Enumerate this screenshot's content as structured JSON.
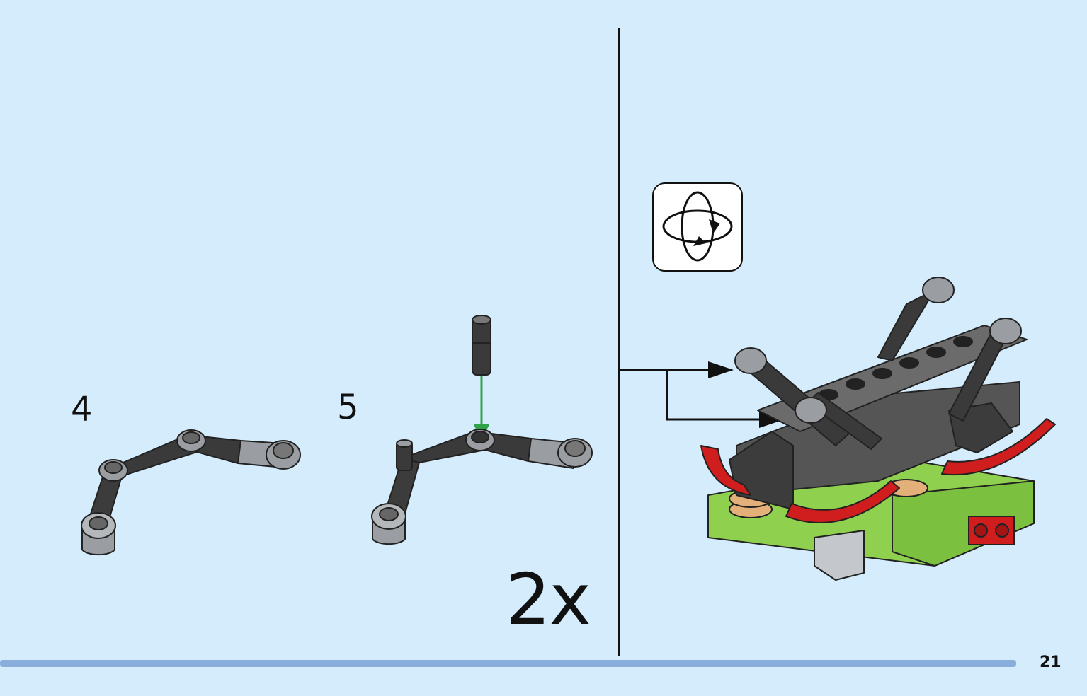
{
  "steps": [
    {
      "number": "4"
    },
    {
      "number": "5",
      "multiplier": "2x"
    }
  ],
  "page": {
    "number": "21"
  },
  "icons": {
    "rotate": "rotate-model-icon",
    "callout_arrow": "callout-arrow-icon",
    "insert_arrow": "insert-arrow-icon"
  },
  "colors": {
    "background": "#d4ecfb",
    "bottom_bar": "#8aaedc",
    "insert_arrow": "#2fa34a",
    "part_dark": "#3a3a3a",
    "part_light": "#9a9ea2",
    "lime": "#8fd14f",
    "red": "#d01d1d"
  }
}
